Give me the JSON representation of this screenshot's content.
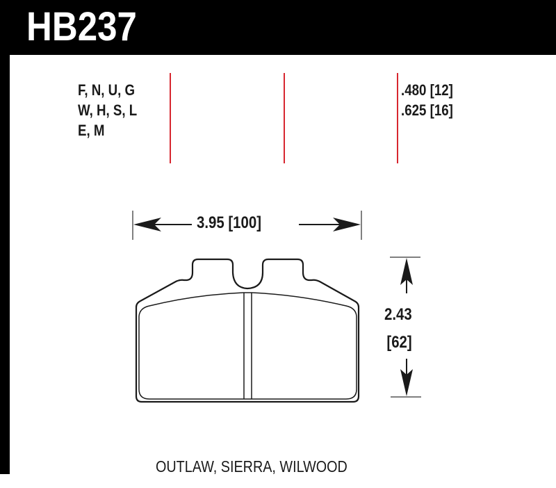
{
  "header": {
    "part_number": "HB237",
    "background_color": "#000000",
    "text_color": "#ffffff"
  },
  "compounds": {
    "label_rows": [
      "F, N, U, G",
      "W, H, S, L",
      "E, M"
    ]
  },
  "thickness": {
    "rows": [
      ".480 [12]",
      ".625 [16]"
    ]
  },
  "dimensions": {
    "width": "3.95 [100]",
    "height_in": "2.43",
    "height_mm": "[62]"
  },
  "applications": "OUTLAW, SIERRA, WILWOOD",
  "colors": {
    "accent_red": "#d7262f",
    "line": "#1a1a1a"
  }
}
